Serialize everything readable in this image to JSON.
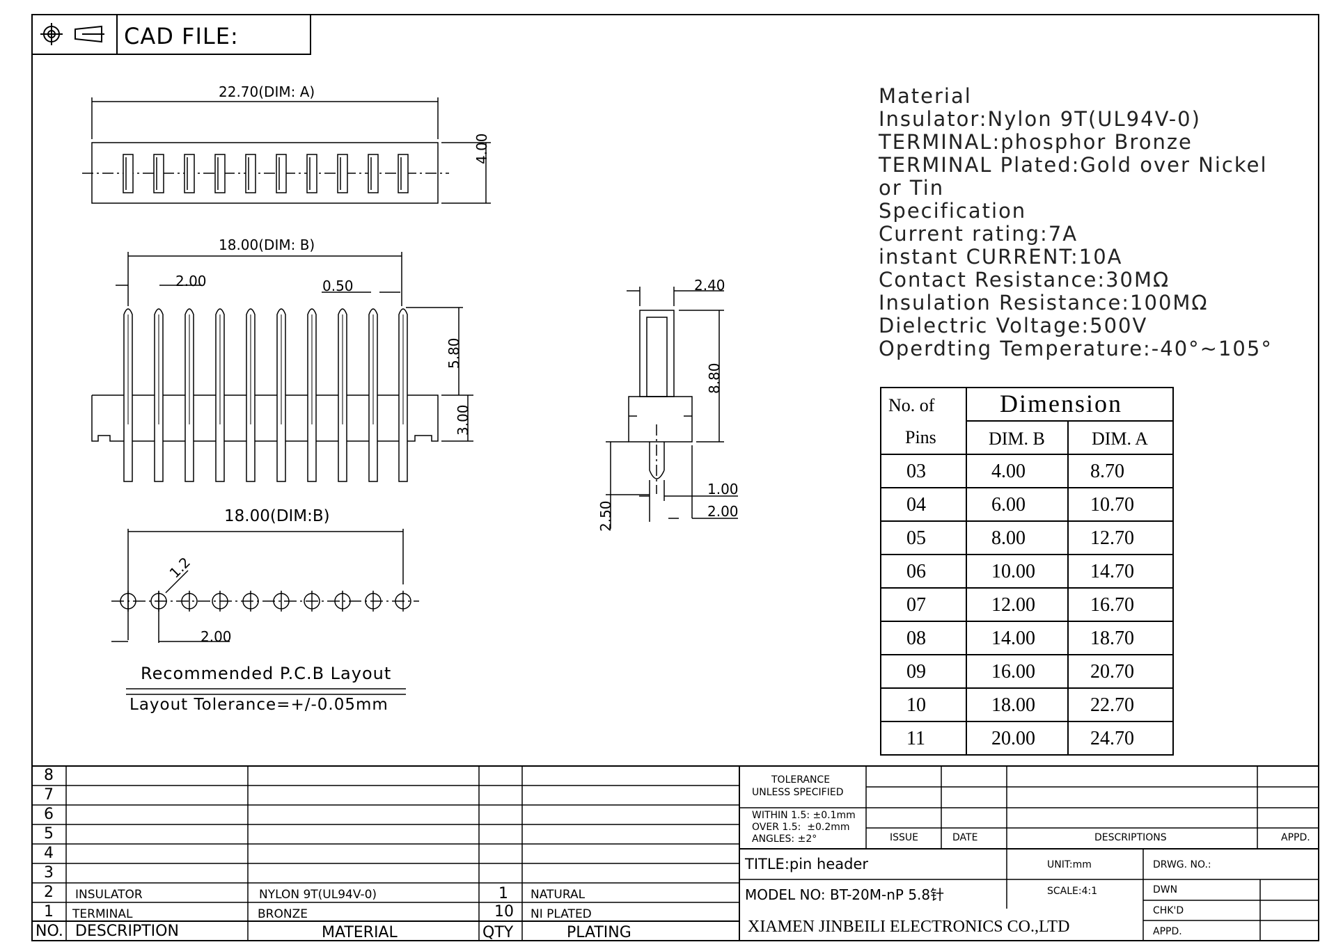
{
  "header": {
    "cad_label": "CAD FILE:",
    "projection_icon": "first-angle-projection-icon"
  },
  "drawing": {
    "top_view_dim": "22.70(DIM: A)",
    "top_view_height": "4.00",
    "front_dim_b": "18.00(DIM: B)",
    "pitch": "2.00",
    "pin_width": "0.50",
    "pin_upper": "5.80",
    "body_height": "3.00",
    "pcb_dim_b": "18.00(DIM:B)",
    "hole_dia": "1.2",
    "pcb_pitch": "2.00",
    "pcb_title": "Recommended P.C.B Layout",
    "pcb_tolerance": "Layout Tolerance=+/-0.05mm",
    "side_top": "2.40",
    "side_height": "8.80",
    "side_tail": "2.50",
    "side_pin": "1.00",
    "side_body": "2.00"
  },
  "notes": [
    "Material",
    "Insulator:Nylon 9T(UL94V-0)",
    "TERMINAL:phosphor Bronze",
    "TERMINAL Plated:Gold over Nickel",
    "or Tin",
    "Specification",
    "Current rating:7A",
    "instant CURRENT:10A",
    "Contact Resistance:30MΩ",
    "Insulation Resistance:100MΩ",
    "Dielectric Voltage:500V",
    "Operdting Temperature:-40°~105°"
  ],
  "dim_table": {
    "h_pins_1": "No. of",
    "h_pins_2": "Pins",
    "h_dimension": "Dimension",
    "h_dim_b": "DIM. B",
    "h_dim_a": "DIM. A",
    "rows": [
      [
        "03",
        "4.00",
        "8.70"
      ],
      [
        "04",
        "6.00",
        "10.70"
      ],
      [
        "05",
        "8.00",
        "12.70"
      ],
      [
        "06",
        "10.00",
        "14.70"
      ],
      [
        "07",
        "12.00",
        "16.70"
      ],
      [
        "08",
        "14.00",
        "18.70"
      ],
      [
        "09",
        "16.00",
        "20.70"
      ],
      [
        "10",
        "18.00",
        "22.70"
      ],
      [
        "11",
        "20.00",
        "24.70"
      ]
    ]
  },
  "bom": {
    "row_numbers": [
      "8",
      "7",
      "6",
      "5",
      "4",
      "3",
      "2",
      "1"
    ],
    "rows": [
      {
        "desc": "INSULATOR",
        "material": "NYLON 9T(UL94V-0)",
        "qty": "1",
        "plating": "NATURAL"
      },
      {
        "desc": "TERMINAL",
        "material": "BRONZE",
        "qty": "10",
        "plating": "NI PLATED"
      }
    ],
    "headers": {
      "no": "NO.",
      "description": "DESCRIPTION",
      "material": "MATERIAL",
      "qty": "QTY",
      "plating": "PLATING"
    }
  },
  "title_block": {
    "tolerance_title": "TOLERANCE",
    "tolerance_sub": "UNLESS SPECIFIED",
    "tol_within": "WITHIN 1.5: ±0.1mm",
    "tol_over": "OVER 1.5:  ±0.2mm",
    "tol_angles": "ANGLES: ±2°",
    "issue": "ISSUE",
    "date": "DATE",
    "descriptions": "DESCRIPTIONS",
    "appd": "APPD.",
    "title": "TITLE:pin header",
    "unit": "UNIT:mm",
    "drwg_no": "DRWG. NO.:",
    "model": "MODEL NO: BT-20M-nP 5.8针",
    "scale": "SCALE:4:1",
    "dwn": "DWN",
    "chkd": "CHK'D",
    "appd2": "APPD.",
    "company": "XIAMEN JINBEILI ELECTRONICS CO.,LTD"
  }
}
